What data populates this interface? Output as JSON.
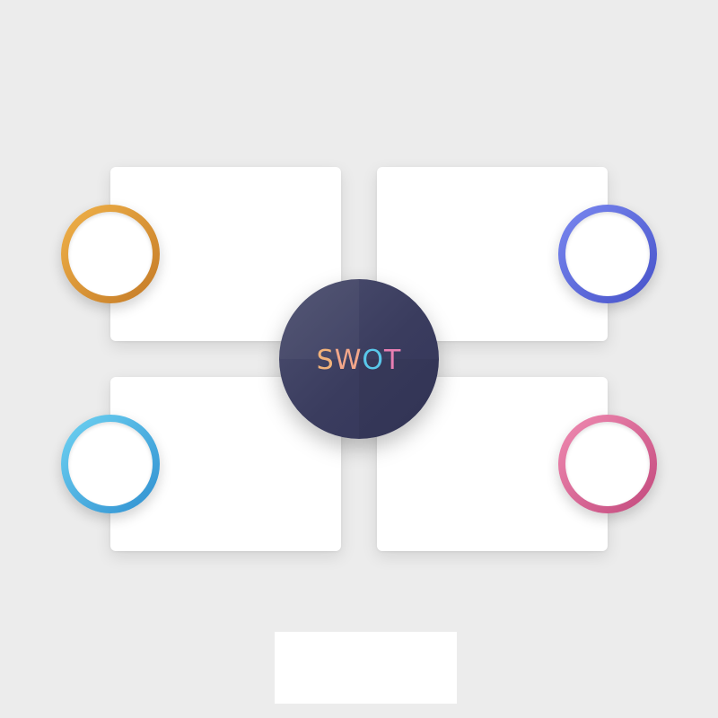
{
  "center": {
    "letters": [
      {
        "char": "S",
        "color": "#f2b27a"
      },
      {
        "char": "W",
        "color": "#f3a78a"
      },
      {
        "char": "O",
        "color": "#59c7ea"
      },
      {
        "char": "T",
        "color": "#e97fb2"
      }
    ],
    "background": "#3d3f62"
  },
  "quadrants": [
    {
      "position": "top-left",
      "ring_colors": [
        "#f0b24a",
        "#c47a26"
      ]
    },
    {
      "position": "top-right",
      "ring_colors": [
        "#7a88f0",
        "#4652c9"
      ]
    },
    {
      "position": "bottom-left",
      "ring_colors": [
        "#6fd3f2",
        "#2f8fd0"
      ]
    },
    {
      "position": "bottom-right",
      "ring_colors": [
        "#f08cb2",
        "#c2487c"
      ]
    }
  ]
}
